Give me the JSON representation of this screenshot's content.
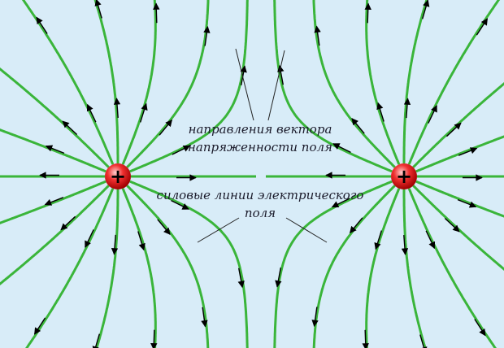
{
  "labels": {
    "vector_direction_line1": "направления вектора",
    "vector_direction_line2": "напряженности поля",
    "field_lines_line1": "силовые линии электрического",
    "field_lines_line2": "поля"
  },
  "charges": [
    {
      "sign": "+",
      "name": "left-charge"
    },
    {
      "sign": "+",
      "name": "right-charge"
    }
  ],
  "colors": {
    "background": "#d8ecf8",
    "field_line": "#3ab53a",
    "arrow": "#000000",
    "charge": "#e02020"
  }
}
